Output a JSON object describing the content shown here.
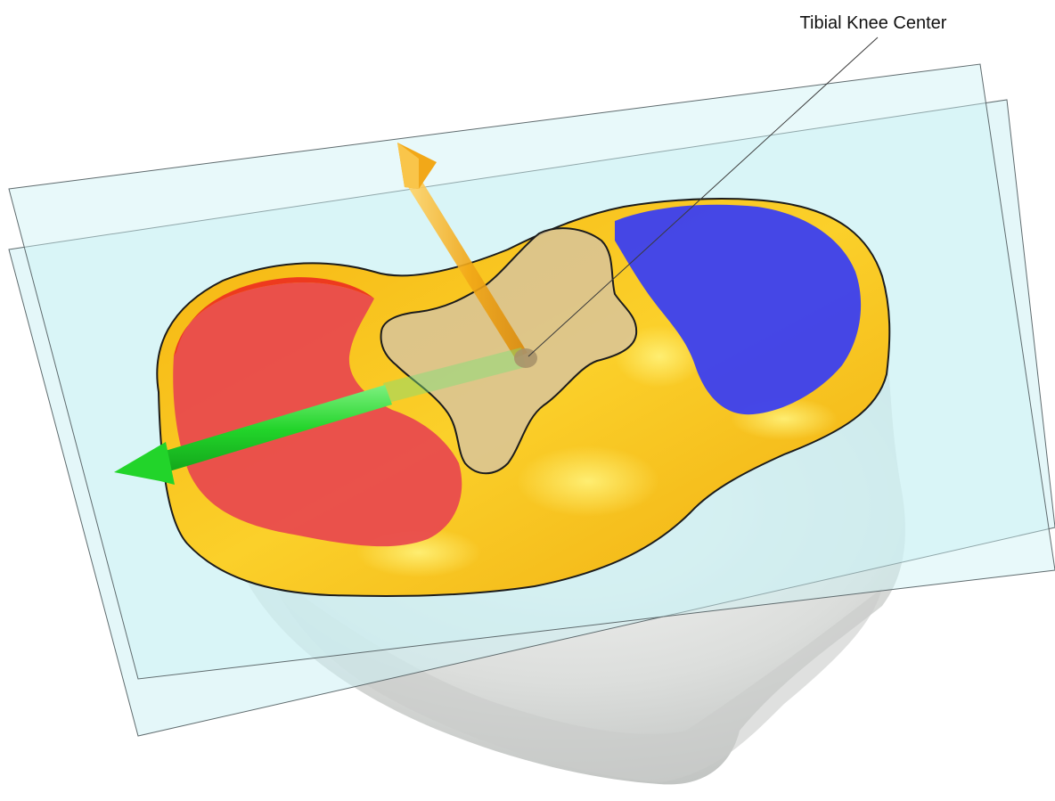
{
  "annotation": {
    "label": "Tibial Knee Center"
  },
  "colors": {
    "background": "#ffffff",
    "plane_fill": "#cdf1f4",
    "plane_edge": "#5f6b6e",
    "bone_lower": "#dcdedc",
    "bone_shadow": "#a9c4c3",
    "plateau": "#f7be15",
    "plateau_highlight": "#fde04a",
    "medial_compartment": "#e8464e",
    "lateral_compartment": "#3b3ff0",
    "spine_region": "#d8c49a",
    "anterior_axis_arrow": "#f2a818",
    "mediolateral_axis_arrow": "#22d42a",
    "center_marker": "#a8926a"
  },
  "elements": {
    "planes": [
      "upper-resection-plane",
      "lower-resection-plane"
    ],
    "axes": [
      "anterior-posterior-axis",
      "medial-lateral-axis"
    ],
    "regions": [
      "medial-compartment",
      "lateral-compartment",
      "intercondylar-spine-region"
    ]
  }
}
